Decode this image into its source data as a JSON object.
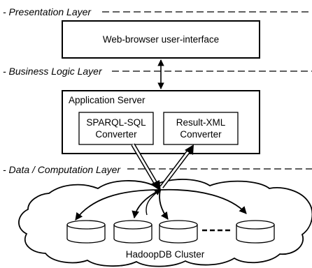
{
  "layers": {
    "presentation": "- Presentation Layer",
    "business": "- Business Logic Layer",
    "data": "- Data / Computation Layer"
  },
  "browser_box": {
    "label": "Web-browser user-interface"
  },
  "app_server": {
    "title": "Application Server",
    "sparql_line1": "SPARQL-SQL",
    "sparql_line2": "Converter",
    "result_line1": "Result-XML",
    "result_line2": "Converter"
  },
  "cluster": {
    "label": "HadoopDB Cluster",
    "node_count_shown": 4
  }
}
